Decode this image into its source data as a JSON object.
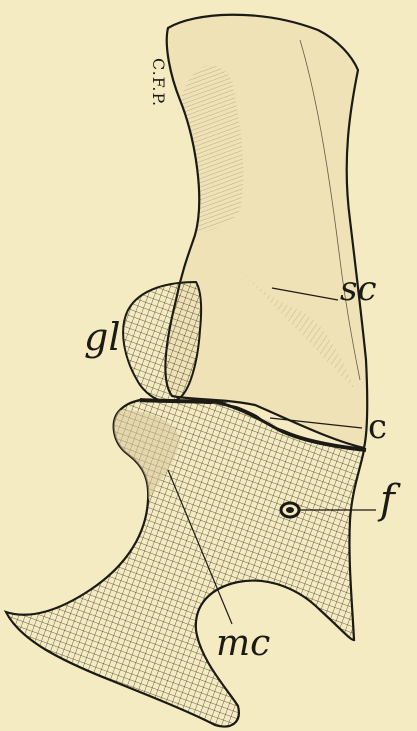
{
  "figure": {
    "labels": {
      "cfp": "C.F.P.",
      "sc": "sc",
      "gl": "gl",
      "c": "c",
      "f": "f",
      "mc": "mc"
    }
  },
  "colors": {
    "paper": "#f5ebc2",
    "ink": "#1c1a14",
    "bone_light": "#efe2b6",
    "bone_shaded": "#d7c69a"
  }
}
